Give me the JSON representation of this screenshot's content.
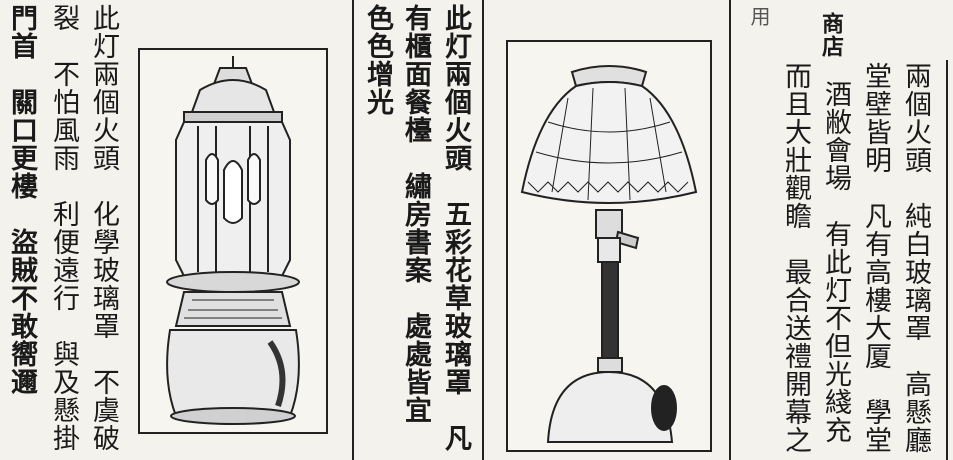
{
  "left_ad": {
    "columns": [
      "此灯兩個火頭　化學玻璃罩　不虞破",
      "裂　不怕風雨　利便遠行　與及懸掛",
      "門首　關口更樓　盜賊不敢嚮邇"
    ]
  },
  "middle_ad": {
    "columns": [
      "此灯兩個火頭　五彩花草玻璃罩　凡",
      "有櫃面餐檯　繡房書案　處處皆宜",
      "色色增光"
    ]
  },
  "right_ad": {
    "columns": [
      "兩個火頭　純白玻璃罩　高懸廳",
      "堂壁皆明　凡有高樓大厦　學堂",
      "酒敝會場　有此灯不但光綫充",
      "而且大壯觀瞻　最合送禮開幕之",
      "商店",
      "用"
    ]
  },
  "illustrations": [
    {
      "name": "hurricane-lantern",
      "caption": ""
    },
    {
      "name": "table-lamp",
      "caption": ""
    }
  ]
}
